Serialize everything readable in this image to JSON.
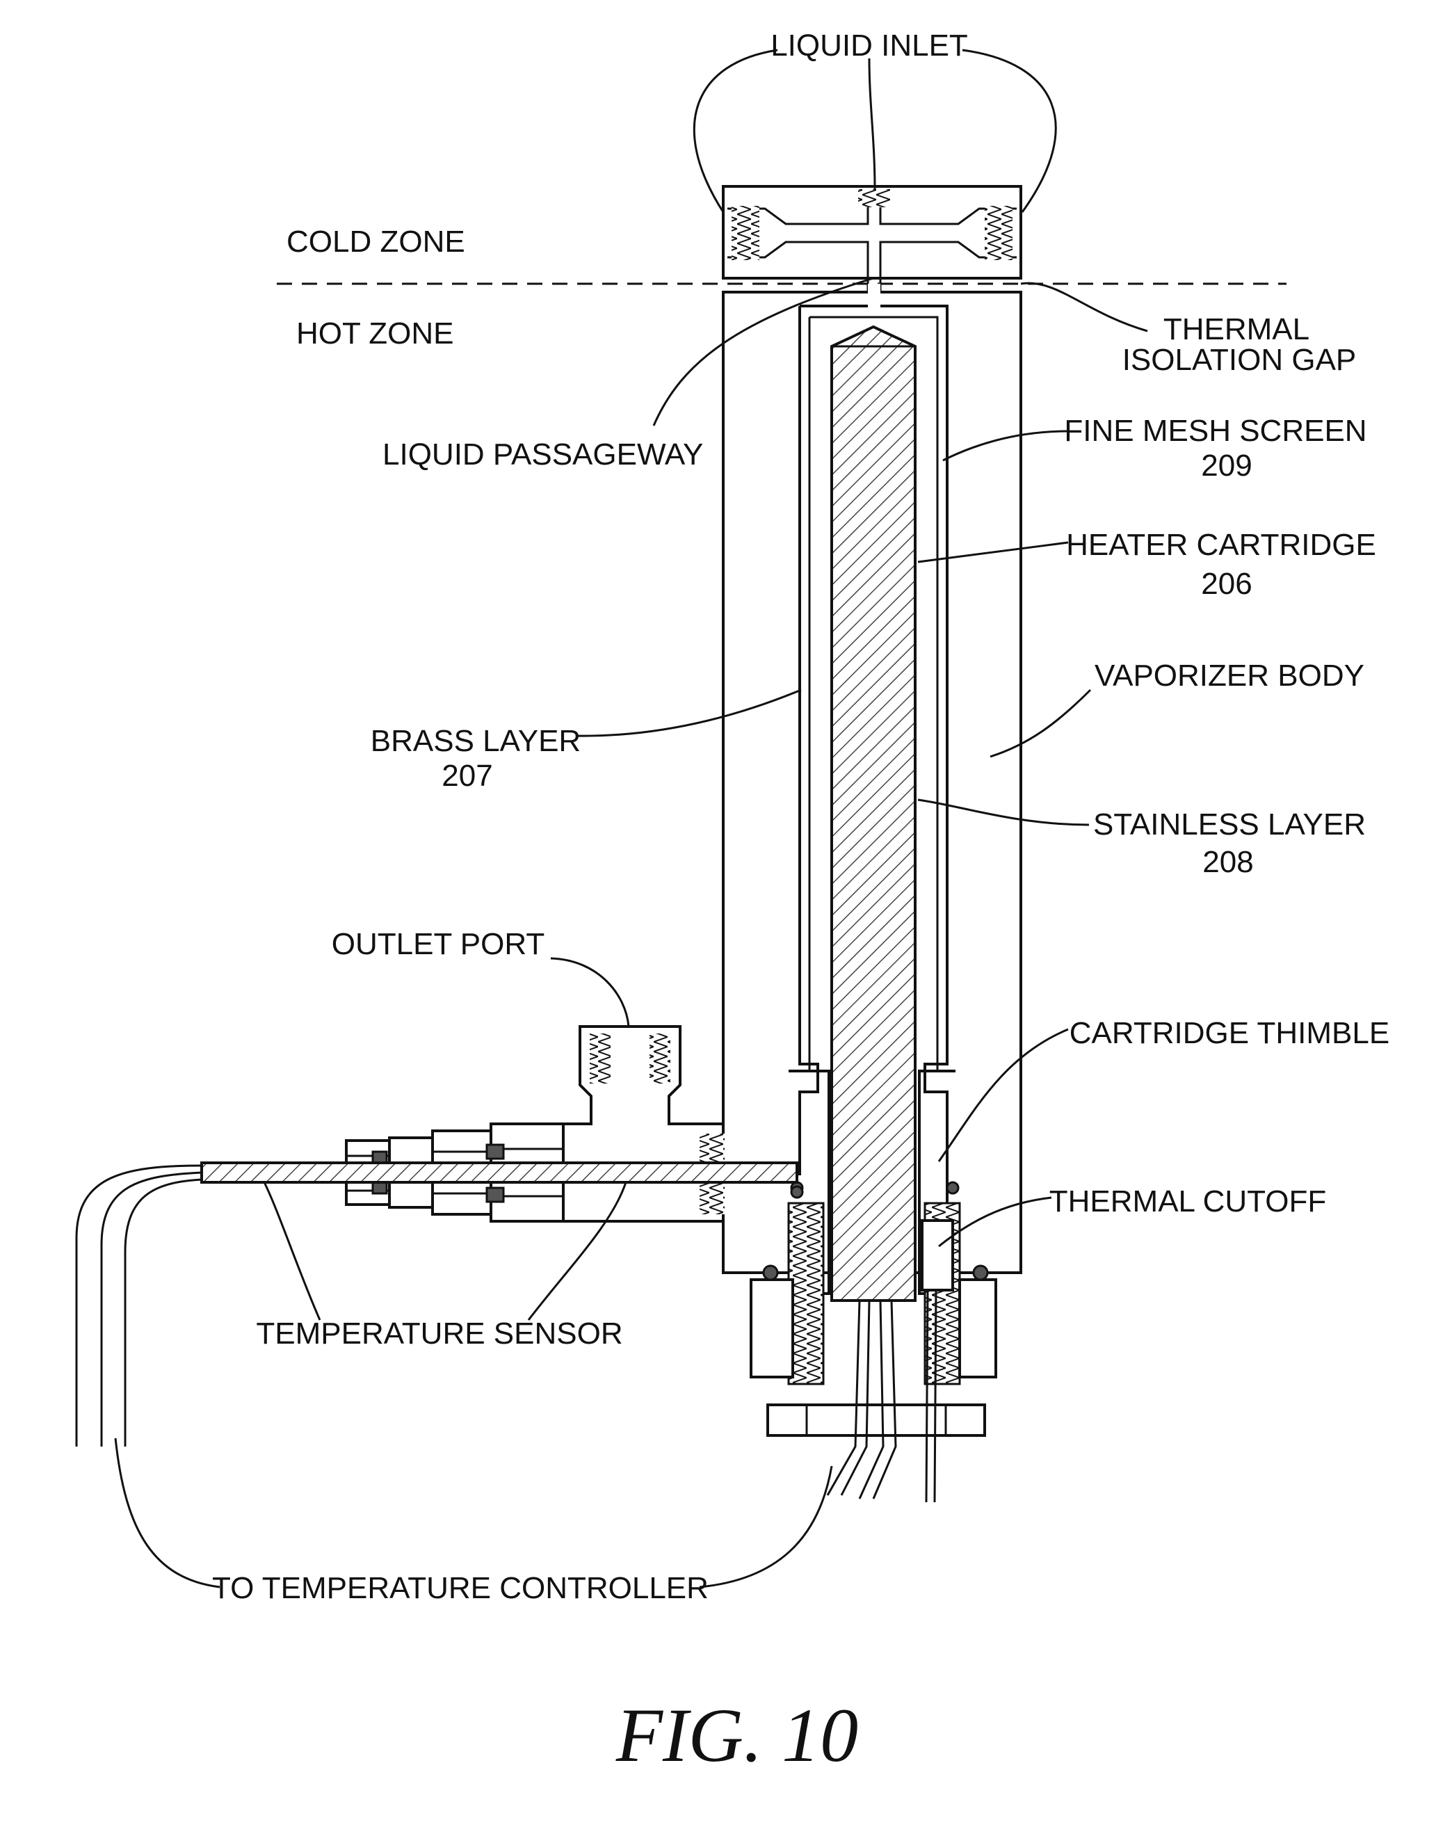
{
  "labels": {
    "liquid_inlet": "LIQUID INLET",
    "cold_zone": "COLD ZONE",
    "hot_zone": "HOT ZONE",
    "thermal_isolation_gap_1": "THERMAL",
    "thermal_isolation_gap_2": "ISOLATION GAP",
    "liquid_passageway": "LIQUID PASSAGEWAY",
    "fine_mesh_screen": "FINE MESH SCREEN",
    "fine_mesh_screen_num": "209",
    "heater_cartridge": "HEATER CARTRIDGE",
    "heater_cartridge_num": "206",
    "vaporizer_body": "VAPORIZER BODY",
    "brass_layer": "BRASS LAYER",
    "brass_layer_num": "207",
    "stainless_layer": "STAINLESS LAYER",
    "stainless_layer_num": "208",
    "outlet_port": "OUTLET PORT",
    "cartridge_thimble": "CARTRIDGE THIMBLE",
    "thermal_cutoff": "THERMAL CUTOFF",
    "temperature_sensor": "TEMPERATURE SENSOR",
    "to_temperature_controller": "TO TEMPERATURE CONTROLLER"
  },
  "caption": "FIG. 10"
}
